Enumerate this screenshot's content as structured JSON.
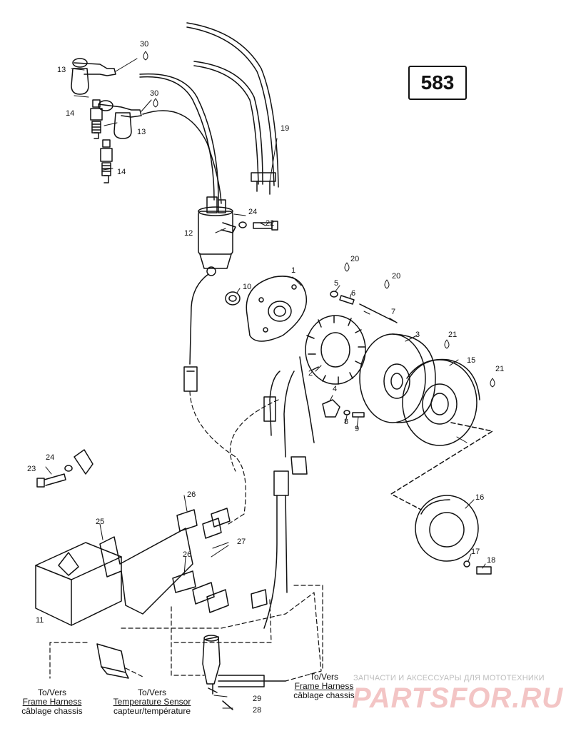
{
  "page_code": "583",
  "callouts": {
    "c1": "1",
    "c2": "2",
    "c3": "3",
    "c4": "4",
    "c5": "5",
    "c6": "6",
    "c7": "7",
    "c8": "8",
    "c9": "9",
    "c10": "10",
    "c11": "11",
    "c12": "12",
    "c13a": "13",
    "c13b": "13",
    "c14a": "14",
    "c14b": "14",
    "c15": "15",
    "c16": "16",
    "c17": "17",
    "c18": "18",
    "c19": "19",
    "c20a": "20",
    "c20b": "20",
    "c21a": "21",
    "c21b": "21",
    "c22": "22",
    "c23": "23",
    "c24a": "24",
    "c24b": "24",
    "c25": "25",
    "c26a": "26",
    "c26b": "26",
    "c27": "27",
    "c28": "28",
    "c29": "29",
    "c30a": "30",
    "c30b": "30"
  },
  "destinations": {
    "frame_harness_left": {
      "line1": "To/Vers",
      "line2": "Frame Harness",
      "line3": "câblage chassis"
    },
    "temperature_sensor": {
      "line1": "To/Vers",
      "line2": "Temperature Sensor",
      "line3": "capteur/température"
    },
    "frame_harness_right": {
      "line1": "To/Vers",
      "line2": "Frame Harness",
      "line3": "câblage chassis"
    }
  },
  "watermark": {
    "tagline": "ЗАПЧАСТИ И АКСЕССУАРЫ ДЛЯ МОТОТЕХНИКИ",
    "logo": "PARTSFOR.RU"
  }
}
